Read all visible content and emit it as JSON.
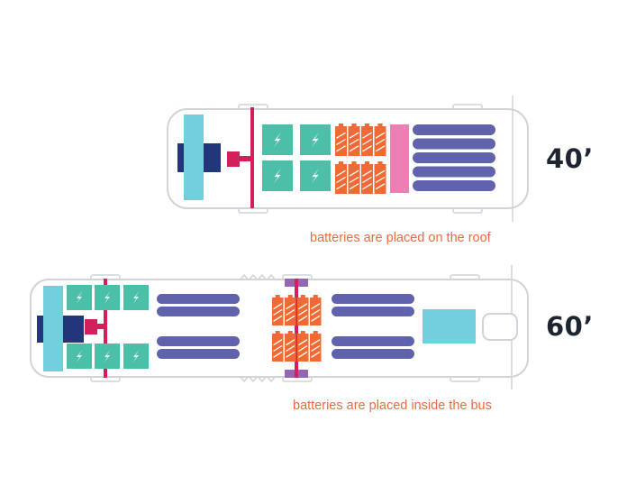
{
  "bus_40": {
    "size_label": "40’",
    "caption": "batteries are placed on the roof"
  },
  "bus_60": {
    "size_label": "60’",
    "caption": "batteries are placed inside the bus"
  },
  "colors": {
    "outline": "#d0d3d8",
    "navy": "#23367a",
    "cyan": "#74cfdd",
    "teal": "#4bbfa8",
    "orange": "#ef6a35",
    "magenta": "#d2205c",
    "pink": "#ed7fb4",
    "purple": "#6062ac",
    "violet": "#9467b4",
    "caption": "#ee6a3e",
    "label": "#1f2530"
  },
  "icons": {
    "battery_module": "lightning-bolt",
    "battery_cell": "diagonal-stripes"
  }
}
